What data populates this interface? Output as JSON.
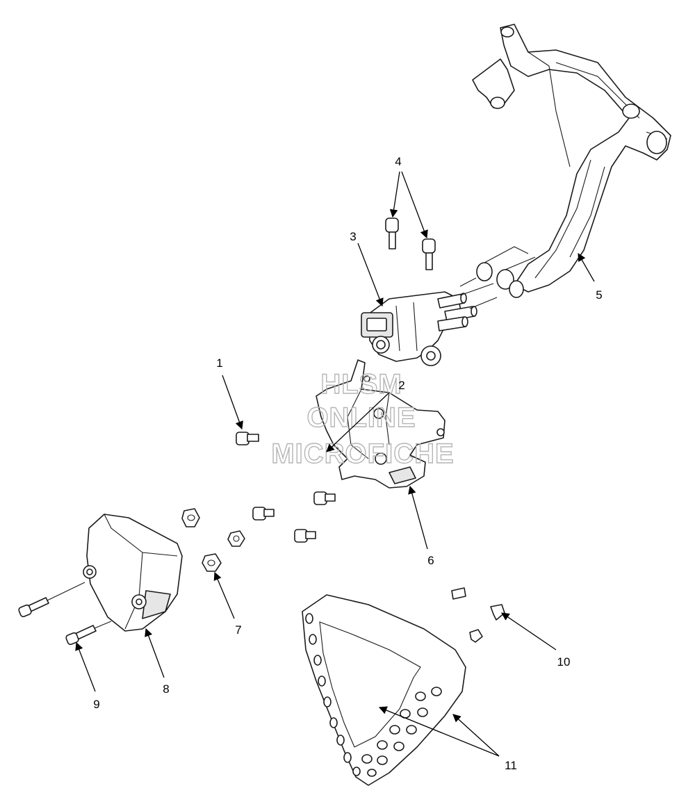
{
  "callouts": [
    "1",
    "2",
    "3",
    "4",
    "5",
    "6",
    "7",
    "8",
    "9",
    "10",
    "11"
  ],
  "watermark": {
    "line1": "HLSM",
    "line2": "ONLINE",
    "line3": "MICROFICHE"
  },
  "colors": {
    "line": "#1a1a1a",
    "fill": "#ffffff",
    "shade": "#e6e6e6",
    "watermark": "#b5b5b5"
  }
}
